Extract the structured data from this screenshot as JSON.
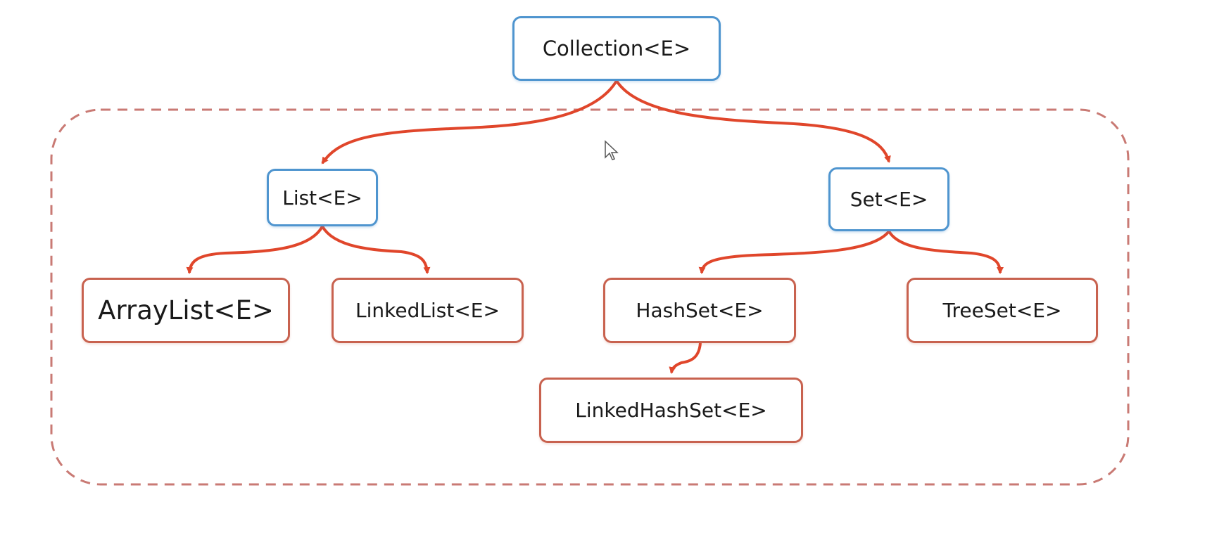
{
  "nodes": {
    "collection": "Collection<E>",
    "list": "List<E>",
    "set": "Set<E>",
    "arraylist": "ArrayList<E>",
    "linkedlist": "LinkedList<E>",
    "hashset": "HashSet<E>",
    "treeset": "TreeSet<E>",
    "linkedhashset": "LinkedHashSet<E>"
  },
  "edges": [
    [
      "collection",
      "list"
    ],
    [
      "collection",
      "set"
    ],
    [
      "list",
      "arraylist"
    ],
    [
      "list",
      "linkedlist"
    ],
    [
      "set",
      "hashset"
    ],
    [
      "set",
      "treeset"
    ],
    [
      "hashset",
      "linkedhashset"
    ]
  ],
  "colors": {
    "interface_border": "#4f95cf",
    "class_border": "#c8624f",
    "arrow": "#e0462b",
    "group_border": "#c97a74"
  },
  "cursor_icon": "mouse-pointer-icon"
}
